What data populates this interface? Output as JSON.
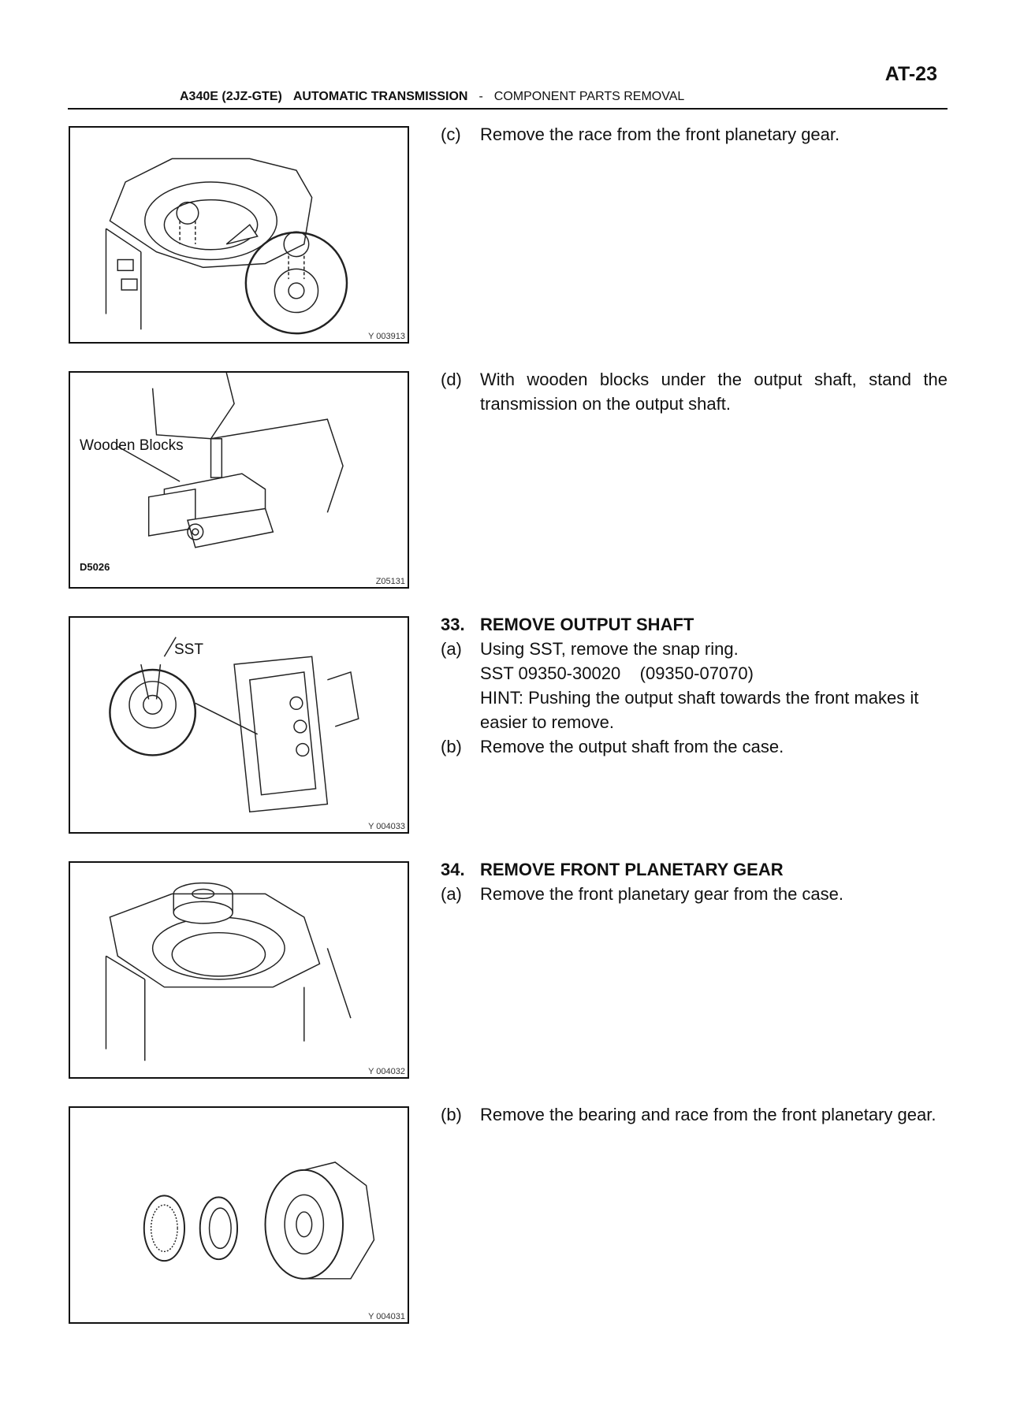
{
  "page_number": "AT-23",
  "header": {
    "model": "A340E (2JZ-GTE)",
    "section": "AUTOMATIC TRANSMISSION",
    "separator": "-",
    "topic": "COMPONENT PARTS REMOVAL"
  },
  "figures": [
    {
      "id": "Y 003913"
    },
    {
      "id": "Z05131",
      "label": "Wooden Blocks",
      "code": "D5026"
    },
    {
      "id": "Y 004033",
      "label": "SST"
    },
    {
      "id": "Y 004032"
    },
    {
      "id": "Y 004031"
    }
  ],
  "steps": {
    "c": {
      "marker": "(c)",
      "text": "Remove the race from the front planetary gear."
    },
    "d": {
      "marker": "(d)",
      "text": "With wooden blocks under the output shaft, stand the transmission on the output shaft."
    },
    "s33": {
      "number": "33.",
      "title": "REMOVE OUTPUT SHAFT",
      "a": {
        "marker": "(a)",
        "text": "Using SST, remove the snap ring.",
        "sst": "SST 09350-30020    (09350-07070)",
        "hint": "HINT: Pushing the output shaft towards the front makes it easier to remove."
      },
      "b": {
        "marker": "(b)",
        "text": "Remove the output shaft from the case."
      }
    },
    "s34": {
      "number": "34.",
      "title": "REMOVE FRONT PLANETARY GEAR",
      "a": {
        "marker": "(a)",
        "text": "Remove the front planetary gear from the case."
      },
      "b": {
        "marker": "(b)",
        "text": "Remove the bearing and race from the front planetary gear."
      }
    }
  }
}
